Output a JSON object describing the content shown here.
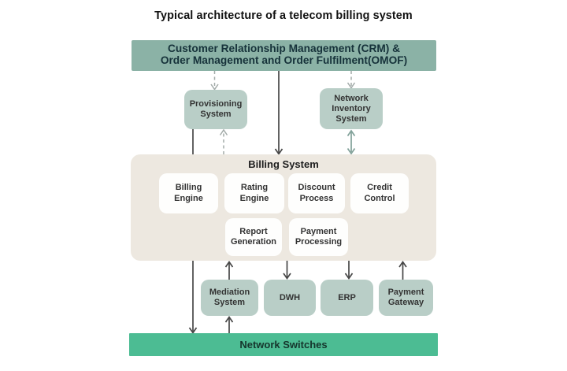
{
  "title": "Typical architecture of a telecom billing system",
  "nodes": {
    "crm": {
      "line1": "Customer Relationship Management (CRM) &",
      "line2": "Order Management and Order Fulfilment(OMOF)"
    },
    "provisioning": {
      "label": "Provisioning System"
    },
    "network_inventory": {
      "label": "Network Inventory System"
    },
    "billing_system": {
      "label": "Billing System"
    },
    "billing_engine": {
      "label": "Billing Engine"
    },
    "rating_engine": {
      "label": "Rating Engine"
    },
    "discount_process": {
      "label": "Discount Process"
    },
    "credit_control": {
      "label": "Credit Control"
    },
    "report_generation": {
      "label": "Report Generation"
    },
    "payment_processing": {
      "label": "Payment Processing"
    },
    "mediation": {
      "label": "Mediation System"
    },
    "dwh": {
      "label": "DWH"
    },
    "erp": {
      "label": "ERP"
    },
    "payment_gateway": {
      "label": "Payment Gateway"
    },
    "network_switches": {
      "label": "Network Switches"
    }
  },
  "connections": [
    {
      "from": "CRM / OMOF",
      "to": "Provisioning System",
      "style": "dashed",
      "direction": "down"
    },
    {
      "from": "Billing System",
      "to": "Provisioning System",
      "style": "dashed",
      "direction": "up"
    },
    {
      "from": "Provisioning System",
      "to": "Network Switches",
      "style": "solid",
      "direction": "down"
    },
    {
      "from": "CRM / OMOF",
      "to": "Billing System",
      "style": "solid",
      "direction": "down"
    },
    {
      "from": "CRM / OMOF",
      "to": "Network Inventory System",
      "style": "dashed",
      "direction": "down"
    },
    {
      "from": "Network Inventory System",
      "to": "Billing System",
      "style": "solid",
      "direction": "both"
    },
    {
      "from": "Mediation System",
      "to": "Billing System",
      "style": "solid",
      "direction": "up"
    },
    {
      "from": "Billing System",
      "to": "DWH",
      "style": "solid",
      "direction": "down"
    },
    {
      "from": "Billing System",
      "to": "ERP",
      "style": "solid",
      "direction": "down"
    },
    {
      "from": "Payment Gateway",
      "to": "Billing System",
      "style": "solid",
      "direction": "up"
    },
    {
      "from": "Network Switches",
      "to": "Mediation System",
      "style": "solid",
      "direction": "up"
    }
  ],
  "colors": {
    "banner_green": "#8bb2a6",
    "banner_text": "#16323a",
    "node_green": "#b9cec7",
    "node_text": "#333333",
    "billing_beige": "#ede8e0",
    "white_node": "#fefefd",
    "switches_green": "#4cbc93",
    "switches_text": "#15352c",
    "solid_arrow": "#474747",
    "dashed_arrow": "#a3aba9",
    "double_arrow": "#81a199"
  }
}
